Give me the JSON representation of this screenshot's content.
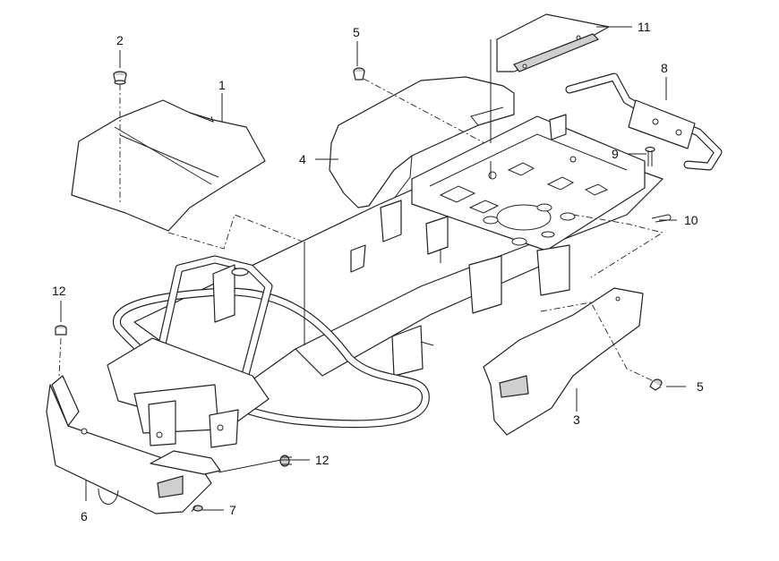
{
  "callouts": [
    {
      "id": "c1",
      "label": "1"
    },
    {
      "id": "c2",
      "label": "2"
    },
    {
      "id": "c3",
      "label": "3"
    },
    {
      "id": "c4",
      "label": "4"
    },
    {
      "id": "c5a",
      "label": "5"
    },
    {
      "id": "c5b",
      "label": "5"
    },
    {
      "id": "c6",
      "label": "6"
    },
    {
      "id": "c7",
      "label": "7"
    },
    {
      "id": "c8",
      "label": "8"
    },
    {
      "id": "c9",
      "label": "9"
    },
    {
      "id": "c10",
      "label": "10"
    },
    {
      "id": "c11",
      "label": "11"
    },
    {
      "id": "c12a",
      "label": "12"
    },
    {
      "id": "c12b",
      "label": "12"
    }
  ],
  "colors": {
    "line": "#222222",
    "fill": "#ffffff",
    "shade": "#cfcfcf"
  }
}
